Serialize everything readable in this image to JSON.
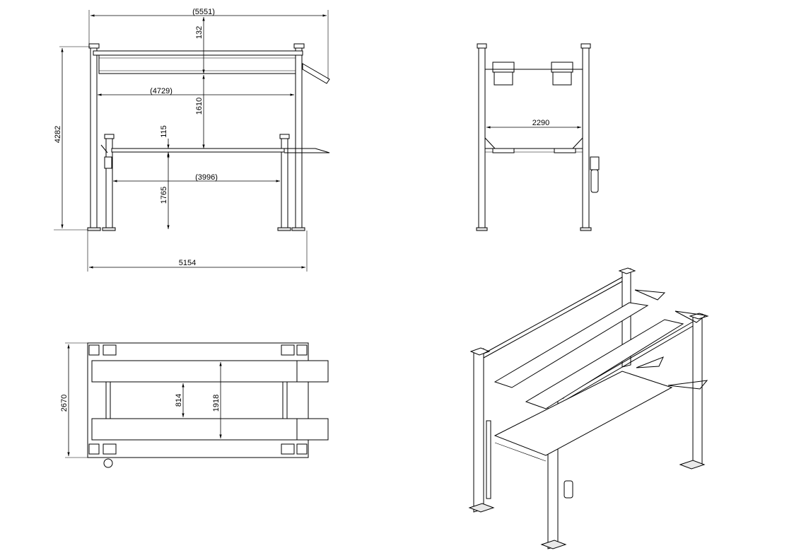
{
  "views": {
    "front": {
      "overall_width": "(5551)",
      "top_gap": "132",
      "inner_width": "(4729)",
      "upper_deck_gap": "1610",
      "deck_thickness": "115",
      "overall_height": "4282",
      "platform_length": "(3996)",
      "lower_height": "1765",
      "base_width": "5154"
    },
    "side": {
      "runway_span": "2290"
    },
    "plan": {
      "overall_width": "2670",
      "inner_gap": "814",
      "outer_span": "1918"
    }
  },
  "icons": [
    "lift-post-icon",
    "hydraulic-cylinder-icon",
    "platform-icon"
  ]
}
